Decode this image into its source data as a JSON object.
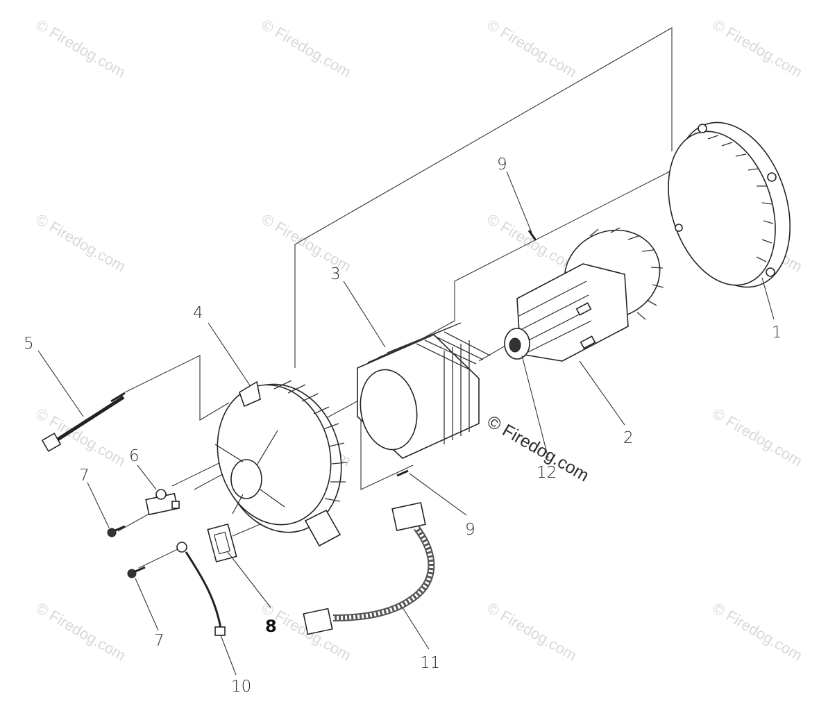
{
  "diagram": {
    "watermark": "© Firedog.com",
    "watermark_center": "© Firedog.com",
    "callouts": [
      {
        "id": "1",
        "text": "1"
      },
      {
        "id": "2",
        "text": "2"
      },
      {
        "id": "3",
        "text": "3"
      },
      {
        "id": "4",
        "text": "4"
      },
      {
        "id": "5",
        "text": "5"
      },
      {
        "id": "6",
        "text": "6"
      },
      {
        "id": "7a",
        "text": "7"
      },
      {
        "id": "7b",
        "text": "7"
      },
      {
        "id": "8",
        "text": "8"
      },
      {
        "id": "9a",
        "text": "9"
      },
      {
        "id": "9b",
        "text": "9"
      },
      {
        "id": "10",
        "text": "10"
      },
      {
        "id": "11",
        "text": "11"
      },
      {
        "id": "12",
        "text": "12"
      }
    ]
  }
}
